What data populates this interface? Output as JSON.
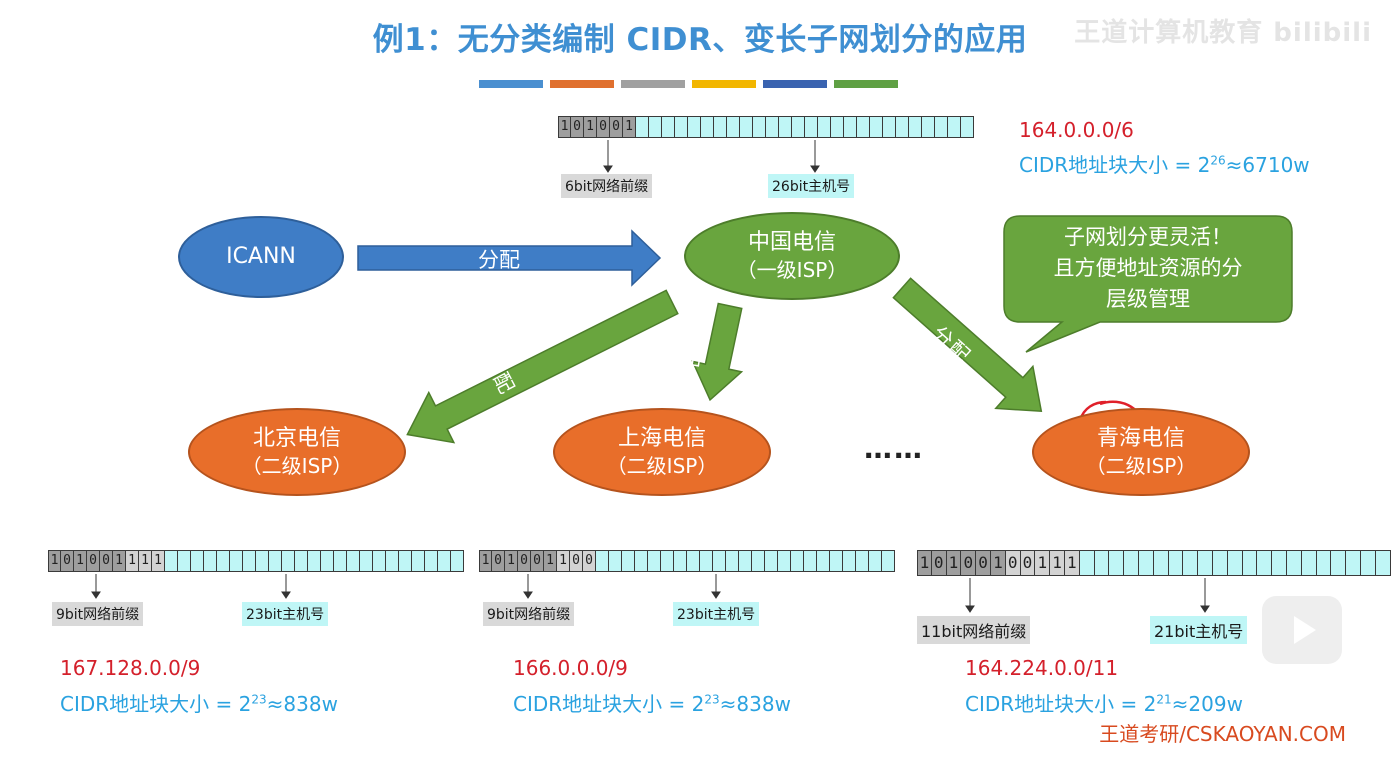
{
  "title": "例1：无分类编制 CIDR、变长子网划分的应用",
  "watermark": "王道计算机教育 bilibili",
  "color_bar": [
    "#4a8fd0",
    "#e0702e",
    "#a0a0a0",
    "#f2b600",
    "#3a63b0",
    "#5fa044"
  ],
  "top_block": {
    "bits": [
      "1",
      "0",
      "1",
      "0",
      "0",
      "1"
    ],
    "extra_bits": [],
    "host_cells": 26,
    "prefix_label": "6bit网络前缀",
    "host_label": "26bit主机号",
    "address": "164.0.0.0/6",
    "size_prefix": "CIDR地址块大小 = 2",
    "size_exp": "26",
    "size_suffix": "≈6710w"
  },
  "nodes": {
    "icann": {
      "line1": "ICANN",
      "line2": ""
    },
    "china_telecom": {
      "line1": "中国电信",
      "line2": "（一级ISP）"
    },
    "beijing": {
      "line1": "北京电信",
      "line2": "（二级ISP）"
    },
    "shanghai": {
      "line1": "上海电信",
      "line2": "（二级ISP）"
    },
    "qinghai": {
      "line1": "青海电信",
      "line2": "（二级ISP）"
    }
  },
  "arrows": {
    "icann_to_china": "分配",
    "china_to_beijing": "分配",
    "china_to_shanghai": "分配",
    "china_to_qinghai": "分配"
  },
  "ellipsis": "……",
  "bubble": {
    "lines": [
      "子网划分更灵活！",
      "且方便地址资源的分",
      "层级管理"
    ]
  },
  "bottom_blocks": [
    {
      "bits": [
        "1",
        "0",
        "1",
        "0",
        "0",
        "1"
      ],
      "extra_bits": [
        "1",
        "1",
        "1"
      ],
      "host_cells": 23,
      "prefix_label": "9bit网络前缀",
      "host_label": "23bit主机号",
      "address": "167.128.0.0/9",
      "size_prefix": "CIDR地址块大小 = 2",
      "size_exp": "23",
      "size_suffix": "≈838w"
    },
    {
      "bits": [
        "1",
        "0",
        "1",
        "0",
        "0",
        "1"
      ],
      "extra_bits": [
        "1",
        "0",
        "0"
      ],
      "host_cells": 23,
      "prefix_label": "9bit网络前缀",
      "host_label": "23bit主机号",
      "address": "166.0.0.0/9",
      "size_prefix": "CIDR地址块大小 = 2",
      "size_exp": "23",
      "size_suffix": "≈838w"
    },
    {
      "bits": [
        "1",
        "0",
        "1",
        "0",
        "0",
        "1"
      ],
      "extra_bits": [
        "0",
        "0",
        "1",
        "1",
        "1"
      ],
      "host_cells": 21,
      "prefix_label": "11bit网络前缀",
      "host_label": "21bit主机号",
      "address": "164.224.0.0/11",
      "size_prefix": "CIDR地址块大小 = 2",
      "size_exp": "21",
      "size_suffix": "≈209w"
    }
  ],
  "footer": "王道考研/CSKAOYAN.COM"
}
